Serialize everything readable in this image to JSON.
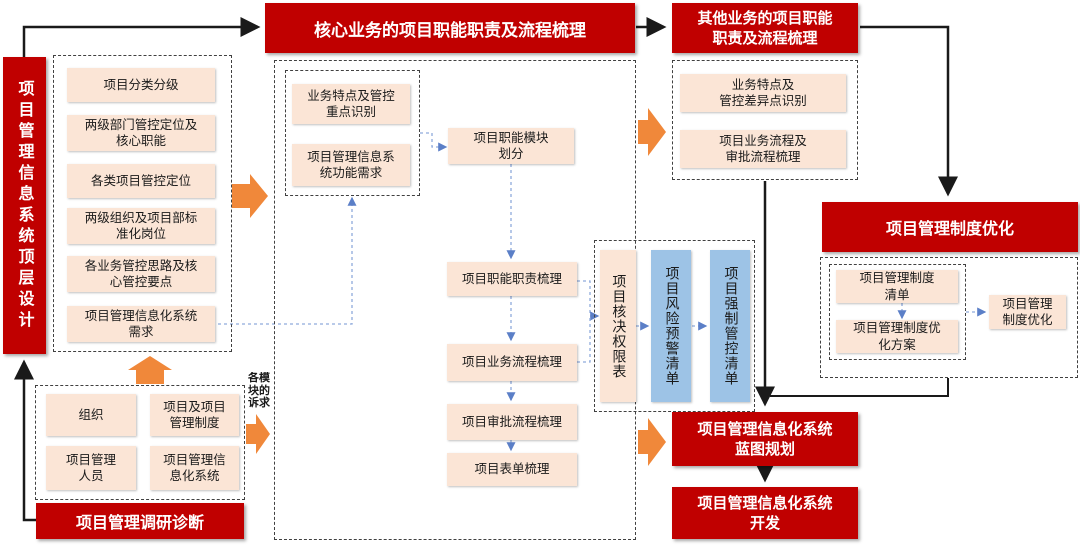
{
  "colors": {
    "red": "#c00000",
    "peach": "#fbe5d6",
    "blue": "#9dc3e6",
    "orange_arrow": "#f0883a",
    "connector": "#8faadc"
  },
  "nodes": {
    "top_design": "项目管理信息系统顶层设计",
    "core_title": "核心业务的项目职能职责及流程梳理",
    "other_title": "其他业务的项目职能\n职责及流程梳理",
    "research": "项目管理调研诊断",
    "system_opt": "项目管理制度优化",
    "blueprint": "项目管理信息化系统\n蓝图规划",
    "develop": "项目管理信息化系统\n开发",
    "side_note": "各模\n块的\n诉求"
  },
  "left_items": [
    "项目分类分级",
    "两级部门管控定位及\n核心职能",
    "各类项目管控定位",
    "两级组织及项目部标\n准化岗位",
    "各业务管控思路及核\n心管控要点",
    "项目管理信息化系统\n需求"
  ],
  "bottom_items": [
    "组织",
    "项目及项目\n管理制度",
    "项目管理\n人员",
    "项目管理信\n息化系统"
  ],
  "core_items": {
    "features": "业务特点及管控\n重点识别",
    "info_needs": "项目管理信息系\n统功能需求",
    "module": "项目职能模块\n划分",
    "duties": "项目职能职责梳理",
    "business_flow": "项目业务流程梳理",
    "approval_flow": "项目审批流程梳理",
    "forms": "项目表单梳理",
    "decision": "项目核决权限表",
    "risk": "项目风险预警清单",
    "control": "项目强制管控清单"
  },
  "other_items": {
    "diff": "业务特点及\n管控差异点识别",
    "flows": "项目业务流程及\n审批流程梳理"
  },
  "opt_items": {
    "list": "项目管理制度\n清单",
    "plan": "项目管理制度优\n化方案",
    "result": "项目管理\n制度优化"
  }
}
